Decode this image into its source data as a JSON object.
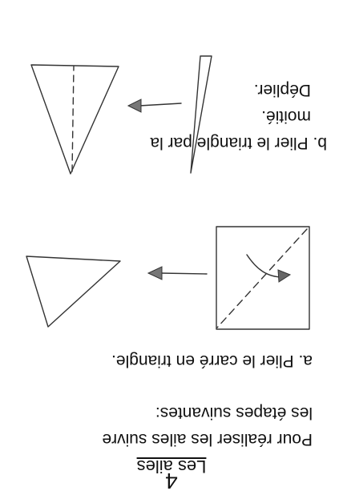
{
  "page_number": "4",
  "title": "Les ailes",
  "intro_lines": [
    "Pour réaliser les ailes suivre",
    "les étapes suivantes:"
  ],
  "step_a": "a. Plier le carré en triangle.",
  "step_b_lines": [
    "b. Plier le triangle par la",
    "moitié.",
    "Déplier."
  ],
  "page_orientation": "upside-down",
  "ink_color": "#333333"
}
